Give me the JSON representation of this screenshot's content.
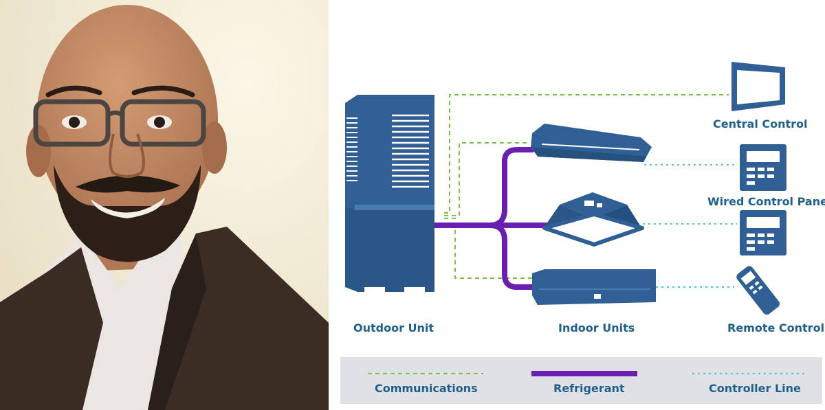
{
  "photo": {
    "subject": "portrait of a man in glasses and a dark suit jacket",
    "colors": {
      "background": "#f3ecd4",
      "skin": "#c08a66",
      "jacket": "#3b2c24",
      "shirt": "#eee8e4"
    }
  },
  "diagram": {
    "labels": {
      "outdoor_unit": "Outdoor Unit",
      "indoor_units": "Indoor Units",
      "central_control": "Central Control",
      "wired_control_panel": "Wired Control Panel",
      "remote_control": "Remote Control"
    },
    "legend": [
      {
        "label": "Communications",
        "style": "dashed",
        "color": "#7bbf46"
      },
      {
        "label": "Refrigerant",
        "style": "solid",
        "color": "#6a1fb0"
      },
      {
        "label": "Controller Line",
        "style": "dotted",
        "color": "#4fc3e4"
      }
    ],
    "colors": {
      "unit_blue": "#2f5f95",
      "communications": "#7bbf46",
      "refrigerant": "#6a1fb0",
      "controller": "#4fc3e4",
      "label_text": "#1f5f8b",
      "legend_bg": "#e0e1e4"
    },
    "icons": [
      "outdoor-unit-icon",
      "ceiling-unit-icon",
      "cassette-unit-icon",
      "wall-unit-icon",
      "monitor-icon",
      "wired-panel-icon",
      "remote-control-icon"
    ]
  }
}
